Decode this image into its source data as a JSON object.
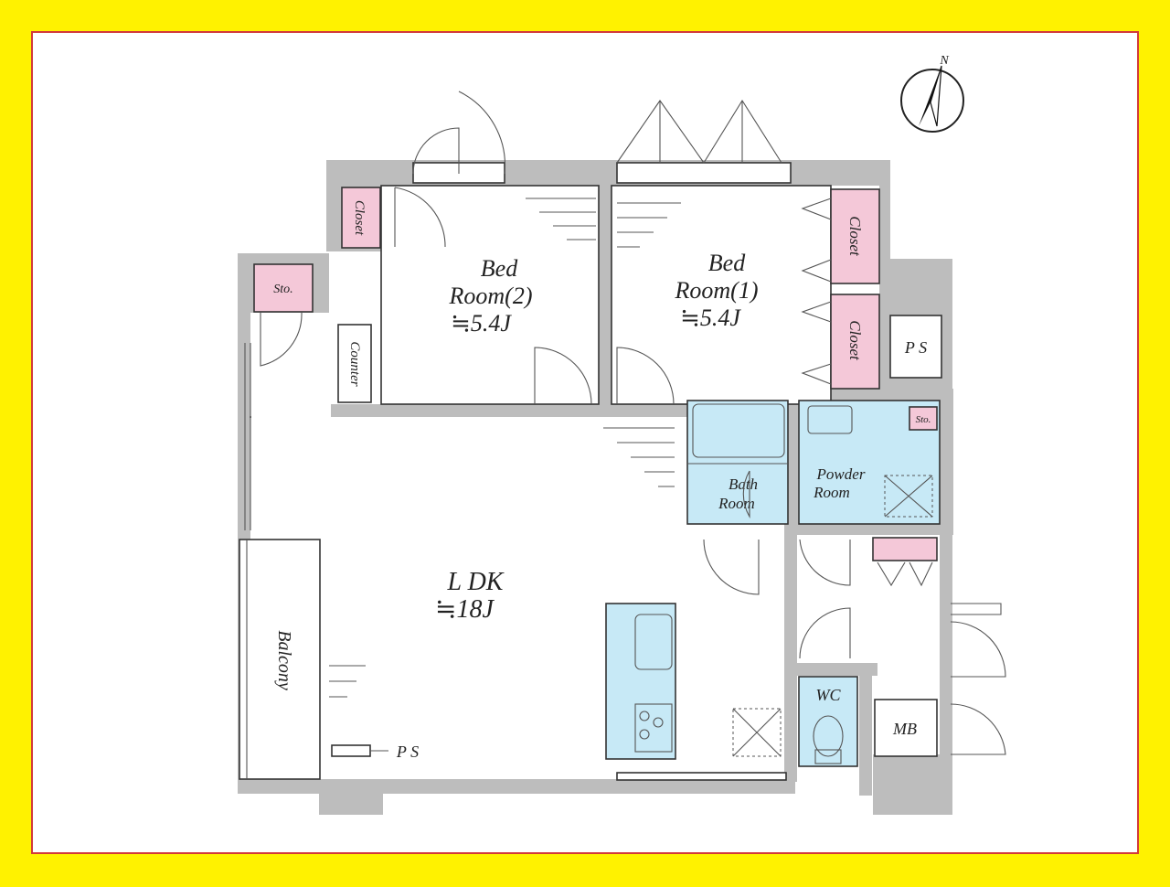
{
  "compass": {
    "label": "N"
  },
  "rooms": {
    "bedroom2": {
      "name_line1": "Bed",
      "name_line2": "Room(2)",
      "size": "≒5.4J"
    },
    "bedroom1": {
      "name_line1": "Bed",
      "name_line2": "Room(1)",
      "size": "≒5.4J"
    },
    "ldk": {
      "name": "L DK",
      "size": "≒18J"
    },
    "bath": {
      "name_line1": "Bath",
      "name_line2": "Room"
    },
    "powder": {
      "name_line1": "Powder",
      "name_line2": "Room"
    },
    "wc": {
      "name": "WC"
    },
    "mb": {
      "name": "MB"
    },
    "balcony": {
      "name": "Balcony"
    }
  },
  "storage": {
    "closet_bed2": "Closet",
    "closet_bed1_upper": "Closet",
    "closet_bed1_lower": "Closet",
    "sto_left": "Sto.",
    "sto_right": "Sto.",
    "counter": "Counter",
    "ps_right": "P S",
    "ps_bottom": "P S"
  },
  "colors": {
    "background": "#fff200",
    "frame_border": "#d23a3a",
    "wall": "#bdbdbd",
    "closet": "#f4c8d8",
    "wet_area": "#c7e9f6"
  }
}
